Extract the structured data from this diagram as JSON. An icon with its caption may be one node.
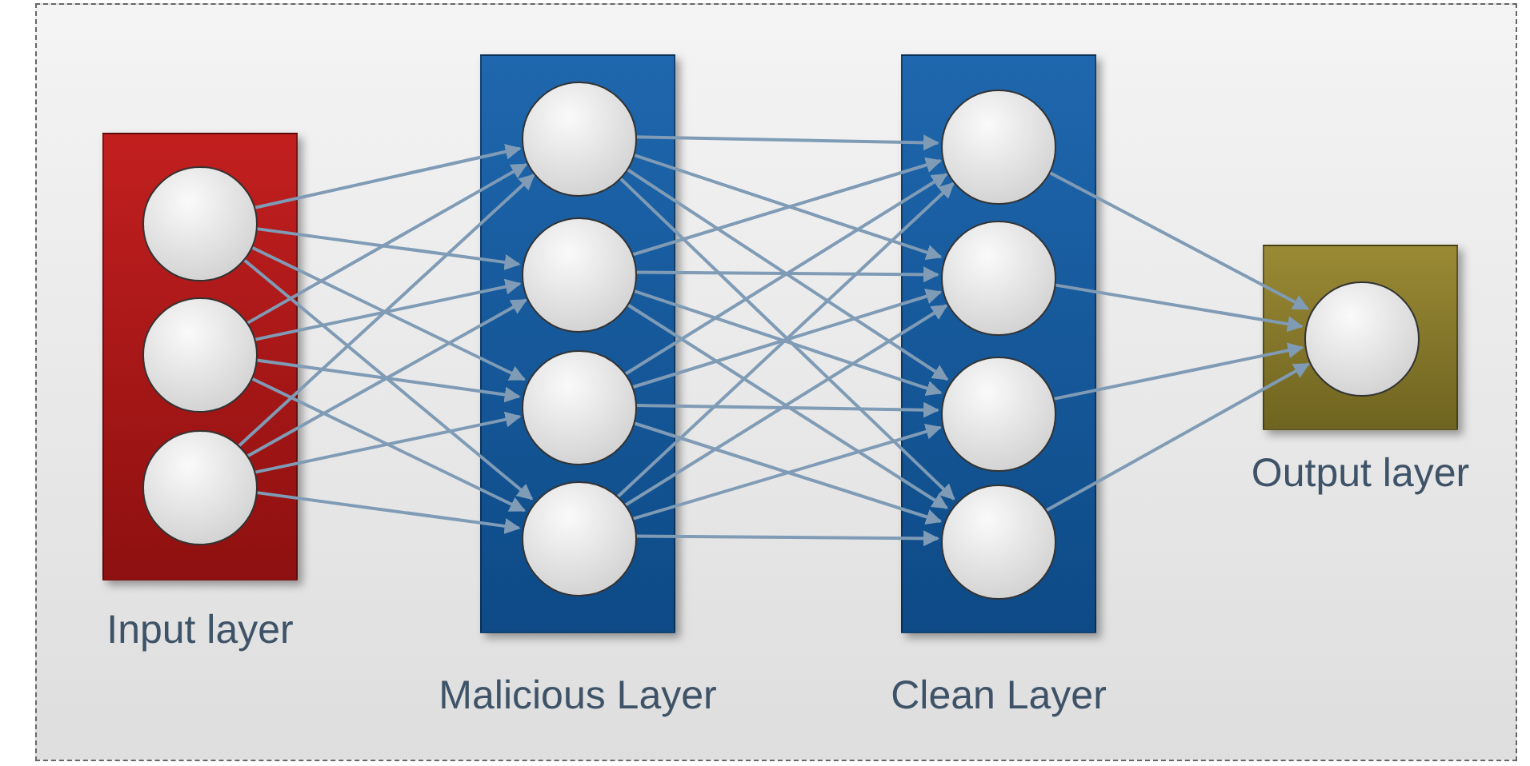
{
  "diagram": {
    "nodes": [
      {
        "text": [],
        "shape": "box"
      },
      {
        "text": [
          "Input layer"
        ],
        "in": 0
      },
      {
        "text": [],
        "shape": "circle",
        "in": 1
      },
      {
        "text": [],
        "shape": "circle",
        "in": 1
      },
      {
        "text": [],
        "shape": "circle",
        "in": 1
      },
      {
        "text": [
          "Malicious Layer"
        ],
        "in": 0
      },
      {
        "text": [],
        "shape": "circle",
        "in": 5
      },
      {
        "text": [],
        "shape": "circle",
        "in": 5
      },
      {
        "text": [],
        "shape": "circle",
        "in": 5
      },
      {
        "text": [],
        "shape": "circle",
        "in": 5
      },
      {
        "text": [
          "Clean Layer"
        ],
        "in": 0
      },
      {
        "text": [],
        "shape": "circle",
        "in": 10
      },
      {
        "text": [],
        "shape": "circle",
        "in": 10
      },
      {
        "text": [],
        "shape": "circle",
        "in": 10
      },
      {
        "text": [],
        "shape": "circle",
        "in": 10
      },
      {
        "text": [
          "Output layer"
        ],
        "in": 0
      },
      {
        "text": [],
        "shape": "circle",
        "in": 15
      }
    ],
    "edges": [
      {
        "from": 2,
        "to": 6,
        "arrow": "to"
      },
      {
        "from": 2,
        "to": 7,
        "arrow": "to"
      },
      {
        "from": 2,
        "to": 8,
        "arrow": "to"
      },
      {
        "from": 2,
        "to": 9,
        "arrow": "to"
      },
      {
        "from": 3,
        "to": 6,
        "arrow": "to"
      },
      {
        "from": 3,
        "to": 7,
        "arrow": "to"
      },
      {
        "from": 3,
        "to": 8,
        "arrow": "to"
      },
      {
        "from": 3,
        "to": 9,
        "arrow": "to"
      },
      {
        "from": 4,
        "to": 6,
        "arrow": "to"
      },
      {
        "from": 4,
        "to": 7,
        "arrow": "to"
      },
      {
        "from": 4,
        "to": 8,
        "arrow": "to"
      },
      {
        "from": 4,
        "to": 9,
        "arrow": "to"
      },
      {
        "from": 6,
        "to": 11,
        "arrow": "to"
      },
      {
        "from": 6,
        "to": 12,
        "arrow": "to"
      },
      {
        "from": 6,
        "to": 13,
        "arrow": "to"
      },
      {
        "from": 6,
        "to": 14,
        "arrow": "to"
      },
      {
        "from": 7,
        "to": 11,
        "arrow": "to"
      },
      {
        "from": 7,
        "to": 12,
        "arrow": "to"
      },
      {
        "from": 7,
        "to": 13,
        "arrow": "to"
      },
      {
        "from": 7,
        "to": 14,
        "arrow": "to"
      },
      {
        "from": 8,
        "to": 11,
        "arrow": "to"
      },
      {
        "from": 8,
        "to": 12,
        "arrow": "to"
      },
      {
        "from": 8,
        "to": 13,
        "arrow": "to"
      },
      {
        "from": 8,
        "to": 14,
        "arrow": "to"
      },
      {
        "from": 9,
        "to": 11,
        "arrow": "to"
      },
      {
        "from": 9,
        "to": 12,
        "arrow": "to"
      },
      {
        "from": 9,
        "to": 13,
        "arrow": "to"
      },
      {
        "from": 9,
        "to": 14,
        "arrow": "to"
      },
      {
        "from": 11,
        "to": 16,
        "arrow": "to"
      },
      {
        "from": 12,
        "to": 16,
        "arrow": "to"
      },
      {
        "from": 13,
        "to": 16,
        "arrow": "to"
      },
      {
        "from": 14,
        "to": 16,
        "arrow": "to"
      }
    ]
  }
}
